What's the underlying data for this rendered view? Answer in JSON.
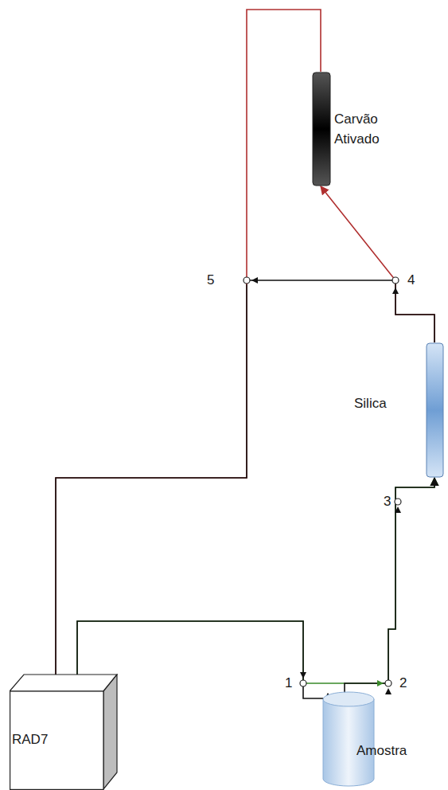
{
  "diagram": {
    "nodes": [
      {
        "text": [
          "Carvão Ativado"
        ]
      },
      {
        "text": [
          "Silica"
        ]
      },
      {
        "text": [
          "RAD7"
        ]
      },
      {
        "text": [
          "Amostra"
        ]
      }
    ],
    "edges": [
      {
        "from": 2,
        "to": 1,
        "arrow": "to"
      },
      {
        "from": 2,
        "to": 3,
        "arrow": "to"
      },
      {
        "from": 3,
        "to": 1,
        "arrow": "to"
      },
      {
        "from": 1,
        "to": 0,
        "arrow": "to"
      },
      {
        "from": 0,
        "to": 2,
        "arrow": "to"
      },
      {
        "from": 1,
        "to": 2,
        "arrow": "to"
      }
    ],
    "labels": [
      "5",
      "4",
      "3",
      "1",
      "2"
    ]
  }
}
